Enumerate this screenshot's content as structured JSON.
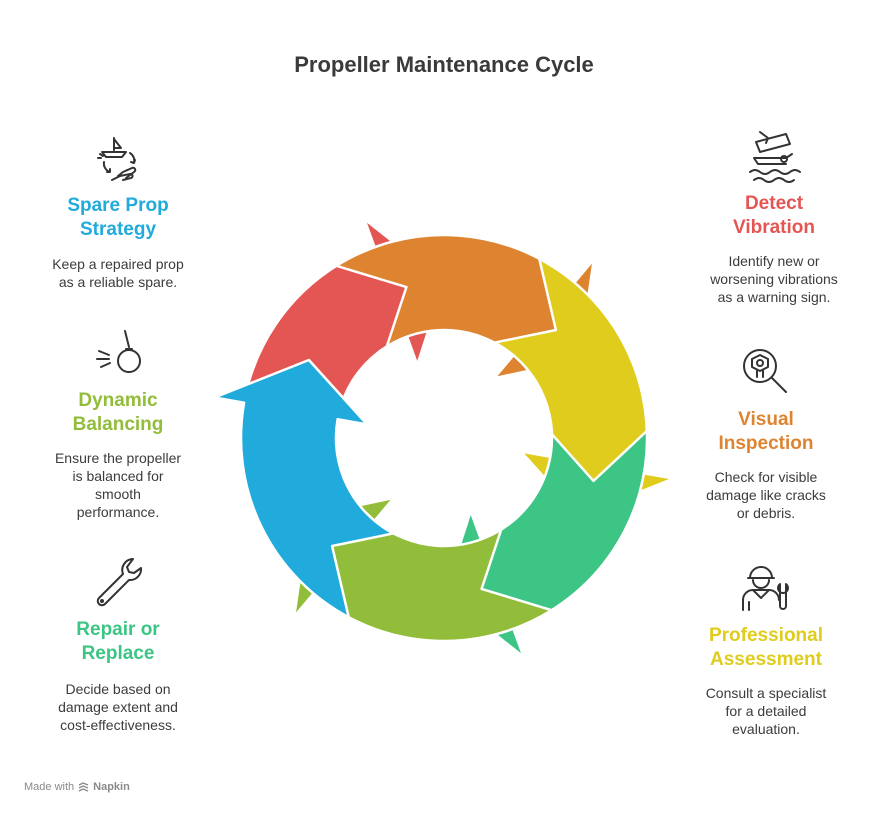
{
  "title": "Propeller Maintenance Cycle",
  "colors": {
    "detect": "#e45653",
    "visual": "#de8431",
    "assessment": "#dfcc1d",
    "repair": "#3cc584",
    "balancing": "#92bd3a",
    "spare": "#21aadc",
    "icon": "#333333",
    "text": "#3c3c3c"
  },
  "steps": {
    "spare": {
      "title_l1": "Spare Prop",
      "title_l2": "Strategy",
      "d1": "Keep a repaired prop",
      "d2": "as a reliable spare.",
      "icon": "boat-hand-icon"
    },
    "balancing": {
      "title_l1": "Dynamic",
      "title_l2": "Balancing",
      "d1": "Ensure the propeller",
      "d2": "is balanced for",
      "d3": "smooth",
      "d4": "performance.",
      "icon": "wrecking-ball-icon"
    },
    "repair": {
      "title_l1": "Repair or",
      "title_l2": "Replace",
      "d1": "Decide based on",
      "d2": "damage extent and",
      "d3": "cost-effectiveness.",
      "icon": "wrench-icon"
    },
    "detect": {
      "title_l1": "Detect",
      "title_l2": "Vibration",
      "d1": "Identify new or",
      "d2": "worsening vibrations",
      "d3": "as a warning sign.",
      "icon": "sinking-boat-icon"
    },
    "visual": {
      "title_l1": "Visual",
      "title_l2": "Inspection",
      "d1": "Check for visible",
      "d2": "damage like cracks",
      "d3": "or debris.",
      "icon": "magnifier-icon"
    },
    "assessment": {
      "title_l1": "Professional",
      "title_l2": "Assessment",
      "d1": "Consult a specialist",
      "d2": "for a detailed",
      "d3": "evaluation.",
      "icon": "mechanic-icon"
    }
  },
  "footer": {
    "made_with": "Made with",
    "brand": "Napkin"
  }
}
